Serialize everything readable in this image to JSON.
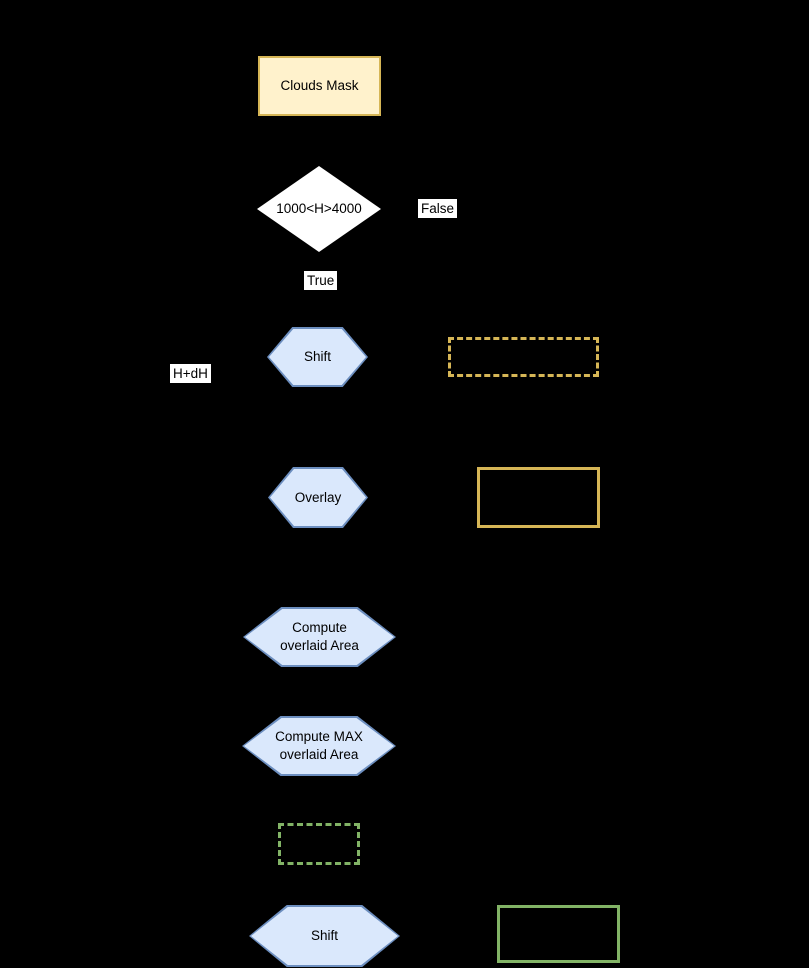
{
  "diagram": {
    "type": "flowchart",
    "background": "#000000",
    "colors": {
      "yellow_fill": "#FFF2CC",
      "yellow_border": "#D6B656",
      "blue_fill": "#DAE8FC",
      "blue_border": "#6C8EBF",
      "green_border": "#82B366",
      "diamond_fill": "#FFFFFF",
      "label_background": "#FFFFFF",
      "text": "#000000"
    }
  },
  "nodes": {
    "clouds_mask": {
      "label": "Clouds Mask",
      "shape": "rectangle",
      "style": "yellow-filled"
    },
    "decision": {
      "label": "1000<H>4000",
      "shape": "diamond",
      "style": "white-filled"
    },
    "shift_1": {
      "label": "Shift",
      "shape": "hexagon",
      "style": "blue-filled"
    },
    "overlay": {
      "label": "Overlay",
      "shape": "hexagon",
      "style": "blue-filled"
    },
    "compute_overlaid": {
      "label": "Compute overlaid Area",
      "shape": "hexagon",
      "style": "blue-filled"
    },
    "compute_max": {
      "label": "Compute MAX overlaid Area",
      "shape": "hexagon",
      "style": "blue-filled"
    },
    "shift_2": {
      "label": "Shift",
      "shape": "hexagon",
      "style": "blue-filled"
    },
    "yellow_dashed_box": {
      "label": "",
      "shape": "rectangle",
      "style": "yellow-dashed-outline"
    },
    "yellow_solid_box": {
      "label": "",
      "shape": "rectangle",
      "style": "yellow-solid-outline"
    },
    "green_dashed_box": {
      "label": "",
      "shape": "rectangle",
      "style": "green-dashed-outline"
    },
    "green_solid_box": {
      "label": "",
      "shape": "rectangle",
      "style": "green-solid-outline"
    }
  },
  "edge_labels": {
    "false_branch": "False",
    "true_branch": "True",
    "h_plus_dh": "H+dH"
  }
}
